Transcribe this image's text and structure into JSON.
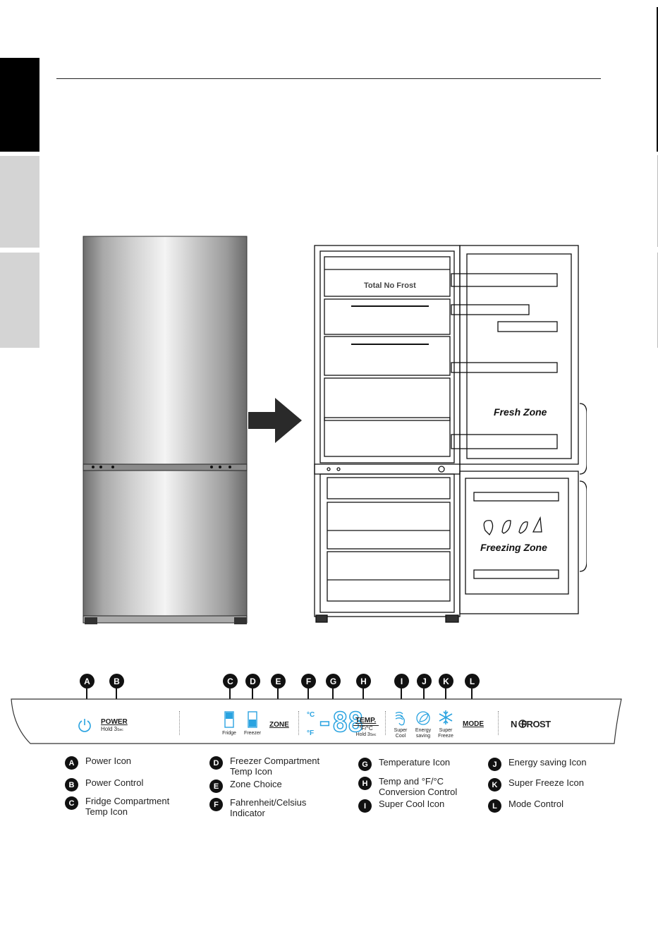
{
  "callouts": [
    {
      "letter": "A"
    },
    {
      "letter": "B"
    },
    {
      "letter": "C"
    },
    {
      "letter": "D"
    },
    {
      "letter": "E"
    },
    {
      "letter": "F"
    },
    {
      "letter": "G"
    },
    {
      "letter": "H"
    },
    {
      "letter": "I"
    },
    {
      "letter": "J"
    },
    {
      "letter": "K"
    },
    {
      "letter": "L"
    }
  ],
  "fridge_labels": {
    "top_shelf": "Total No Frost",
    "fresh": "Fresh Zone",
    "freezing": "Freezing Zone"
  },
  "control_panel": {
    "power_label": "POWER",
    "power_hold": "Hold 3",
    "power_hold_unit": "Sec",
    "fridge_label": "Fridge",
    "freezer_label": "Freezer",
    "zone_label": "ZONE",
    "celsius": "°C",
    "fahrenheit": "°F",
    "display_digits": "-88",
    "temp_label": "TEMP.",
    "temp_sub": "°F/°C",
    "temp_hold": "Hold 3",
    "temp_hold_unit": "Sec",
    "super_cool_1": "Super",
    "super_cool_2": "Cool",
    "energy_1": "Energy",
    "energy_2": "saving",
    "super_freeze_1": "Super",
    "super_freeze_2": "Freeze",
    "mode_label": "MODE",
    "brand": "N  FROST",
    "accent_color": "#2aa3e0"
  },
  "legend": [
    {
      "letter": "A",
      "text": "Power Icon"
    },
    {
      "letter": "B",
      "text": "Power Control"
    },
    {
      "letter": "C",
      "text": "Fridge Compartment\nTemp Icon"
    },
    {
      "letter": "D",
      "text": "Freezer Compartment\nTemp Icon"
    },
    {
      "letter": "E",
      "text": "Zone Choice"
    },
    {
      "letter": "F",
      "text": "Fahrenheit/Celsius\nIndicator"
    },
    {
      "letter": "G",
      "text": "Temperature Icon"
    },
    {
      "letter": "H",
      "text": "Temp and °F/°C\nConversion Control"
    },
    {
      "letter": "I",
      "text": "Super Cool Icon"
    },
    {
      "letter": "J",
      "text": "Energy saving Icon"
    },
    {
      "letter": "K",
      "text": "Super Freeze Icon"
    },
    {
      "letter": "L",
      "text": "Mode Control"
    }
  ]
}
